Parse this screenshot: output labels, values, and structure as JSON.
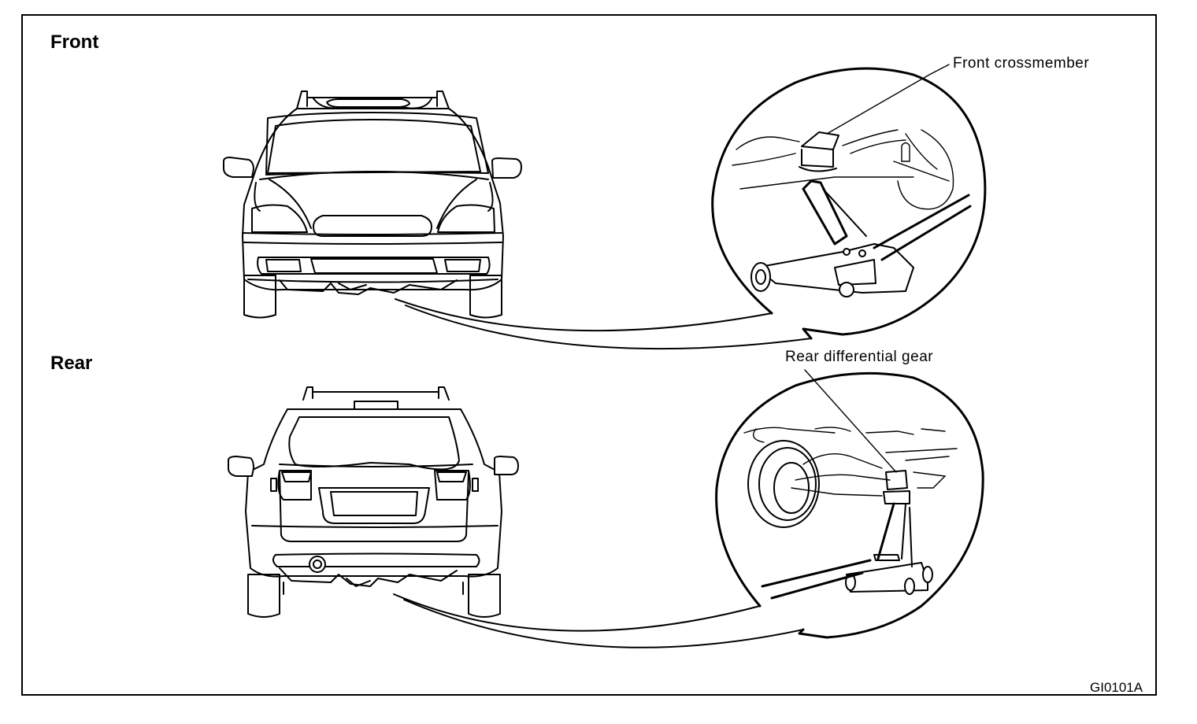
{
  "figure": {
    "sections": {
      "front": {
        "title": "Front",
        "callout": "Front crossmember"
      },
      "rear": {
        "title": "Rear",
        "callout": "Rear differential gear"
      }
    },
    "figure_id": "GI0101A",
    "icons": {
      "front_vehicle": "car-front-view-icon",
      "rear_vehicle": "car-rear-view-icon",
      "front_detail": "floor-jack-front-crossmember-detail",
      "rear_detail": "floor-jack-rear-differential-detail"
    },
    "colors": {
      "line": "#000000",
      "background": "#ffffff"
    }
  }
}
